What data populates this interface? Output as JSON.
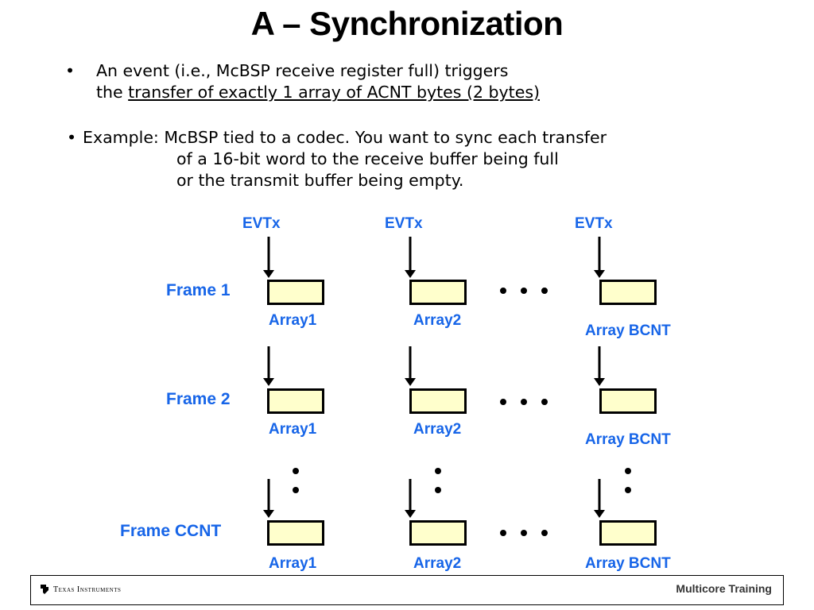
{
  "title": "A – Synchronization",
  "bullets": [
    {
      "marker": "•",
      "lines": [
        {
          "plain": "An event (i.e., McBSP receive register full) triggers",
          "underlined": ""
        },
        {
          "plain": "the ",
          "underlined": "transfer of exactly 1 array of ACNT bytes (2 bytes)"
        }
      ]
    },
    {
      "marker": "•",
      "lines": [
        {
          "plain": "Example: McBSP tied to a codec. You want to sync each transfer",
          "underlined": ""
        },
        {
          "plain": "of a 16-bit word to the receive buffer being full",
          "underlined": ""
        },
        {
          "plain": "or the transmit buffer being empty.",
          "underlined": ""
        }
      ]
    }
  ],
  "diagram": {
    "event_label": "EVTx",
    "frames": [
      "Frame 1",
      "Frame 2",
      "Frame CCNT"
    ],
    "arrays": [
      "Array1",
      "Array2",
      "Array BCNT"
    ],
    "ellipsis": "• • •",
    "colors": {
      "label": "#1765e8",
      "box_fill": "#ffffcc",
      "box_border": "#000000"
    }
  },
  "footer": {
    "left_logo_text": "Texas Instruments",
    "right_text": "Multicore Training"
  }
}
